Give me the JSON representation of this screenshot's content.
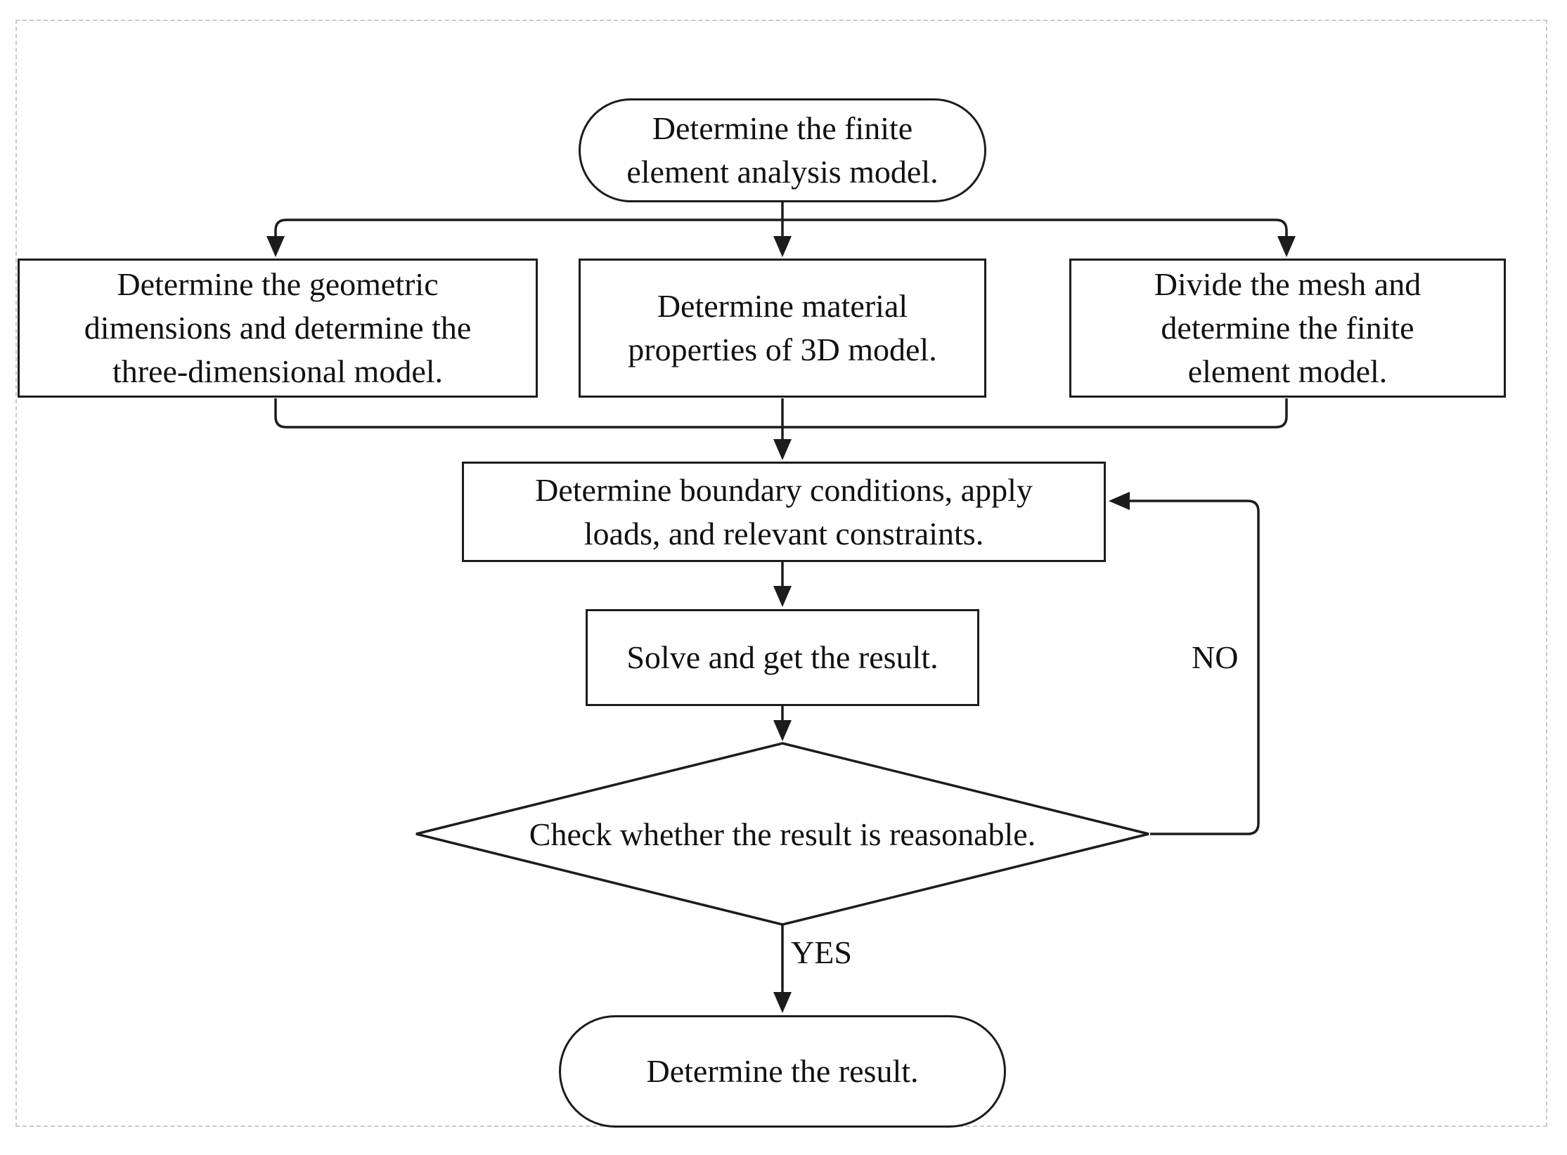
{
  "flowchart": {
    "nodes": {
      "start": {
        "shape": "stadium",
        "lines": [
          "Determine the finite",
          "element analysis model."
        ]
      },
      "geometric": {
        "shape": "rect",
        "lines": [
          "Determine the geometric",
          "dimensions and determine the",
          "three-dimensional model."
        ]
      },
      "material": {
        "shape": "rect",
        "lines": [
          "Determine material",
          "properties of 3D model."
        ]
      },
      "mesh": {
        "shape": "rect",
        "lines": [
          "Divide the mesh and",
          "determine the finite",
          "element model."
        ]
      },
      "boundary": {
        "shape": "rect",
        "lines": [
          "Determine boundary conditions, apply",
          "loads, and relevant constraints."
        ]
      },
      "solve": {
        "shape": "rect",
        "lines": [
          "Solve and get the result."
        ]
      },
      "decision": {
        "shape": "diamond",
        "lines": [
          "Check whether the result is reasonable."
        ]
      },
      "end": {
        "shape": "stadium",
        "lines": [
          "Determine the result."
        ]
      }
    },
    "edge_labels": {
      "yes": "YES",
      "no": "NO"
    },
    "colors": {
      "stroke": "#1c1c1c",
      "node_fill": "#ffffff",
      "frame_border": "#c9c9c9",
      "background": "#ffffff"
    }
  }
}
